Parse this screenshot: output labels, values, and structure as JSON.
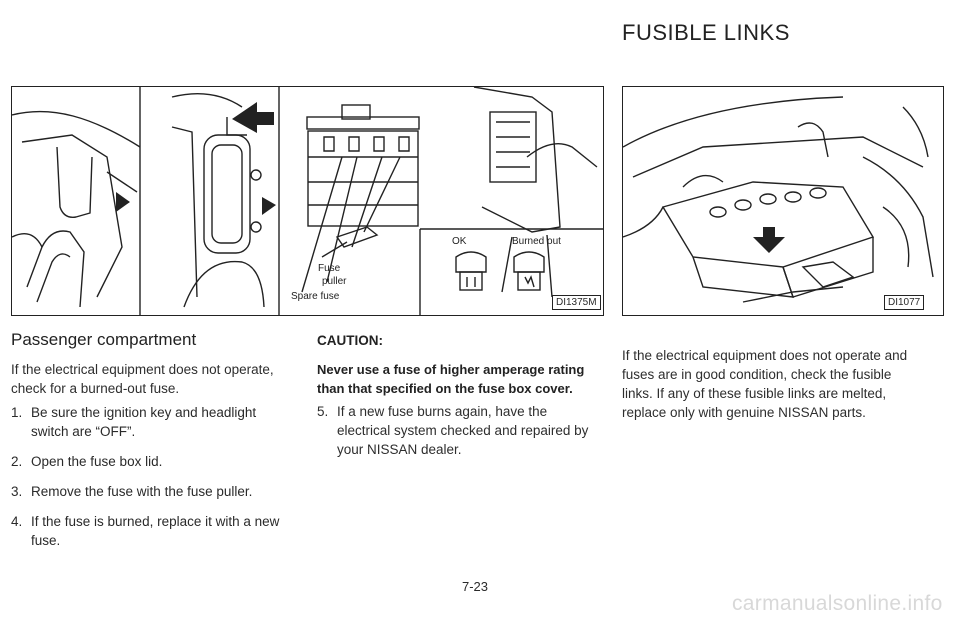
{
  "header": {
    "title": "FUSIBLE LINKS"
  },
  "figure1": {
    "callout_fuse_puller": "Fuse\npuller",
    "callout_spare_fuse": "Spare fuse",
    "inset_ok": "OK",
    "inset_burned": "Burned out",
    "code": "DI1375M"
  },
  "figure2": {
    "code": "DI1077"
  },
  "left_column": {
    "subheading": "Passenger compartment",
    "intro": "If the electrical equipment does not operate, check for a burned-out fuse.",
    "steps": [
      {
        "num": "1.",
        "text": "Be sure the ignition key and headlight switch are “OFF”."
      },
      {
        "num": "2.",
        "text": "Open the fuse box lid."
      },
      {
        "num": "3.",
        "text": "Remove the fuse with the fuse puller."
      },
      {
        "num": "4.",
        "text": "If the fuse is burned, replace it with a new fuse."
      }
    ]
  },
  "middle_column": {
    "caution_label": "CAUTION:",
    "warning": "Never use a fuse of higher amperage rating than that specified on the fuse box cover.",
    "step5_num": "5.",
    "step5": "If a new fuse burns again, have the electrical system checked and repaired by your NISSAN dealer."
  },
  "right_column": {
    "text": "If the electrical equipment does not operate and fuses are in good condition, check the fusible links. If any of these fusible links are melted, replace only with genuine NISSAN parts."
  },
  "footer": {
    "page_number": "7-23",
    "watermark": "carmanualsonline.info"
  }
}
